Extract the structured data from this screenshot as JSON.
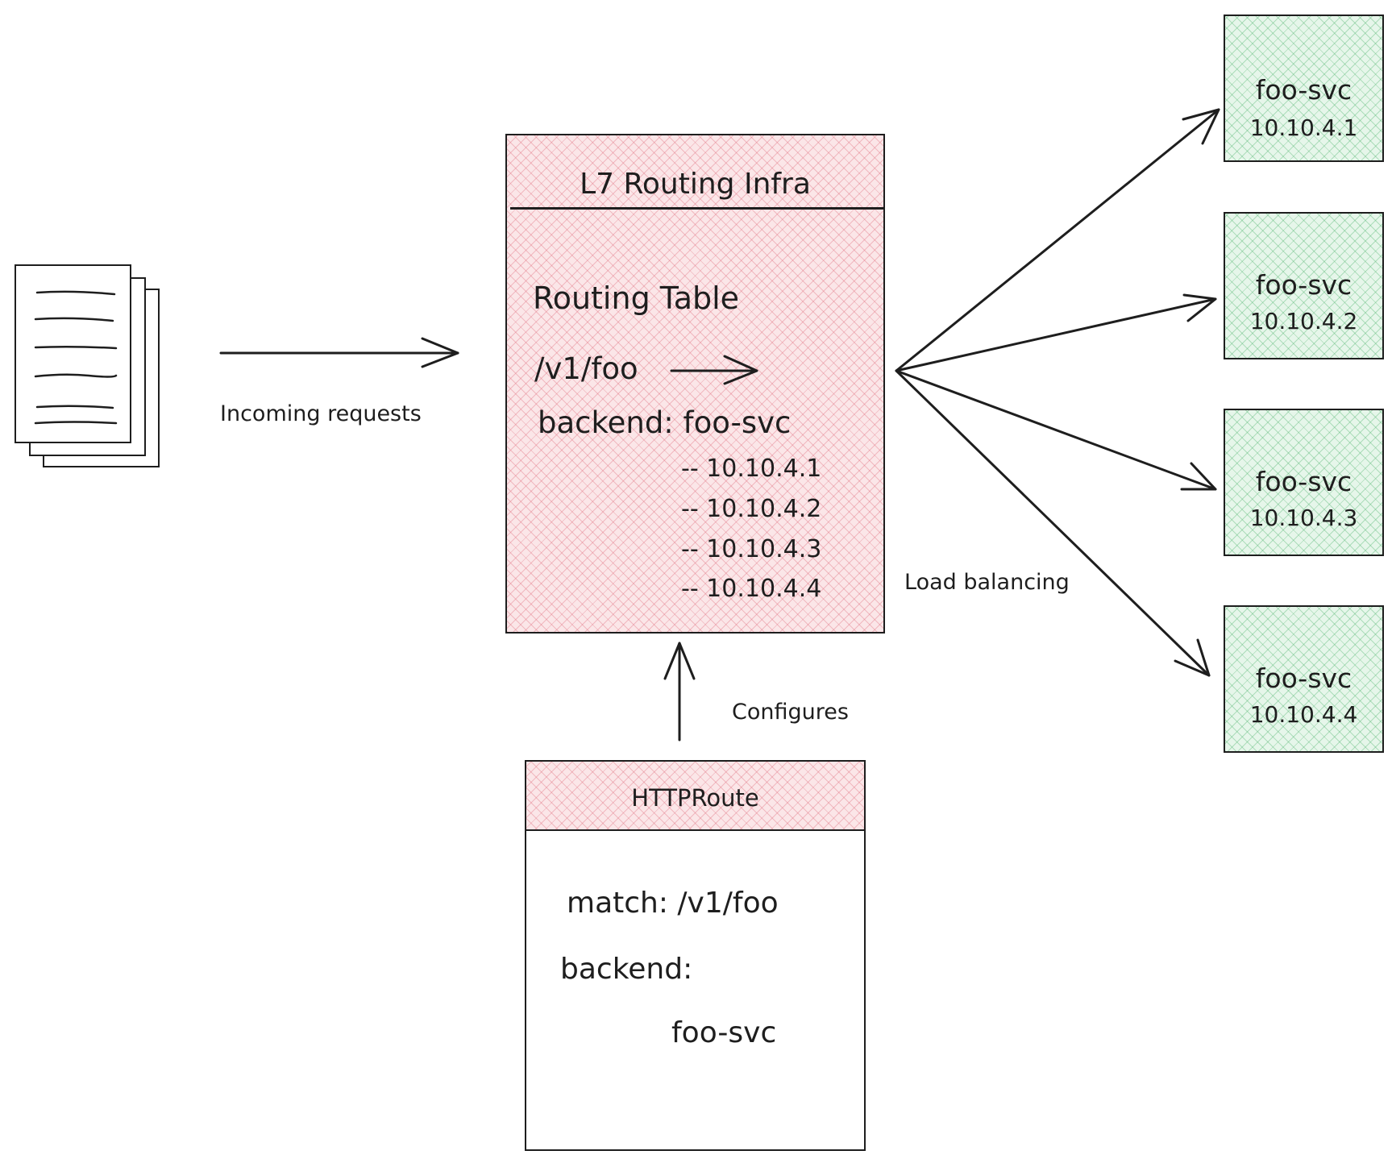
{
  "diagram": {
    "requests": {
      "icon": "document-stack-icon",
      "label": "Incoming requests"
    },
    "infra": {
      "title": "L7 Routing Infra",
      "table_title": "Routing Table",
      "path": "/v1/foo",
      "backend_line": "backend: foo-svc",
      "endpoints": [
        "-- 10.10.4.1",
        "-- 10.10.4.2",
        "-- 10.10.4.3",
        "-- 10.10.4.4"
      ],
      "fill_color": "#fbe6e8"
    },
    "configures_label": "Configures",
    "load_balancing_label": "Load balancing",
    "httproute": {
      "title": "HTTPRoute",
      "match_line": "match: /v1/foo",
      "backend_label": "backend:",
      "backend_value": "foo-svc"
    },
    "services": [
      {
        "name": "foo-svc",
        "ip": "10.10.4.1"
      },
      {
        "name": "foo-svc",
        "ip": "10.10.4.2"
      },
      {
        "name": "foo-svc",
        "ip": "10.10.4.3"
      },
      {
        "name": "foo-svc",
        "ip": "10.10.4.4"
      }
    ],
    "service_fill_color": "#e6f6ea",
    "stroke_color": "#1e1e1e"
  }
}
